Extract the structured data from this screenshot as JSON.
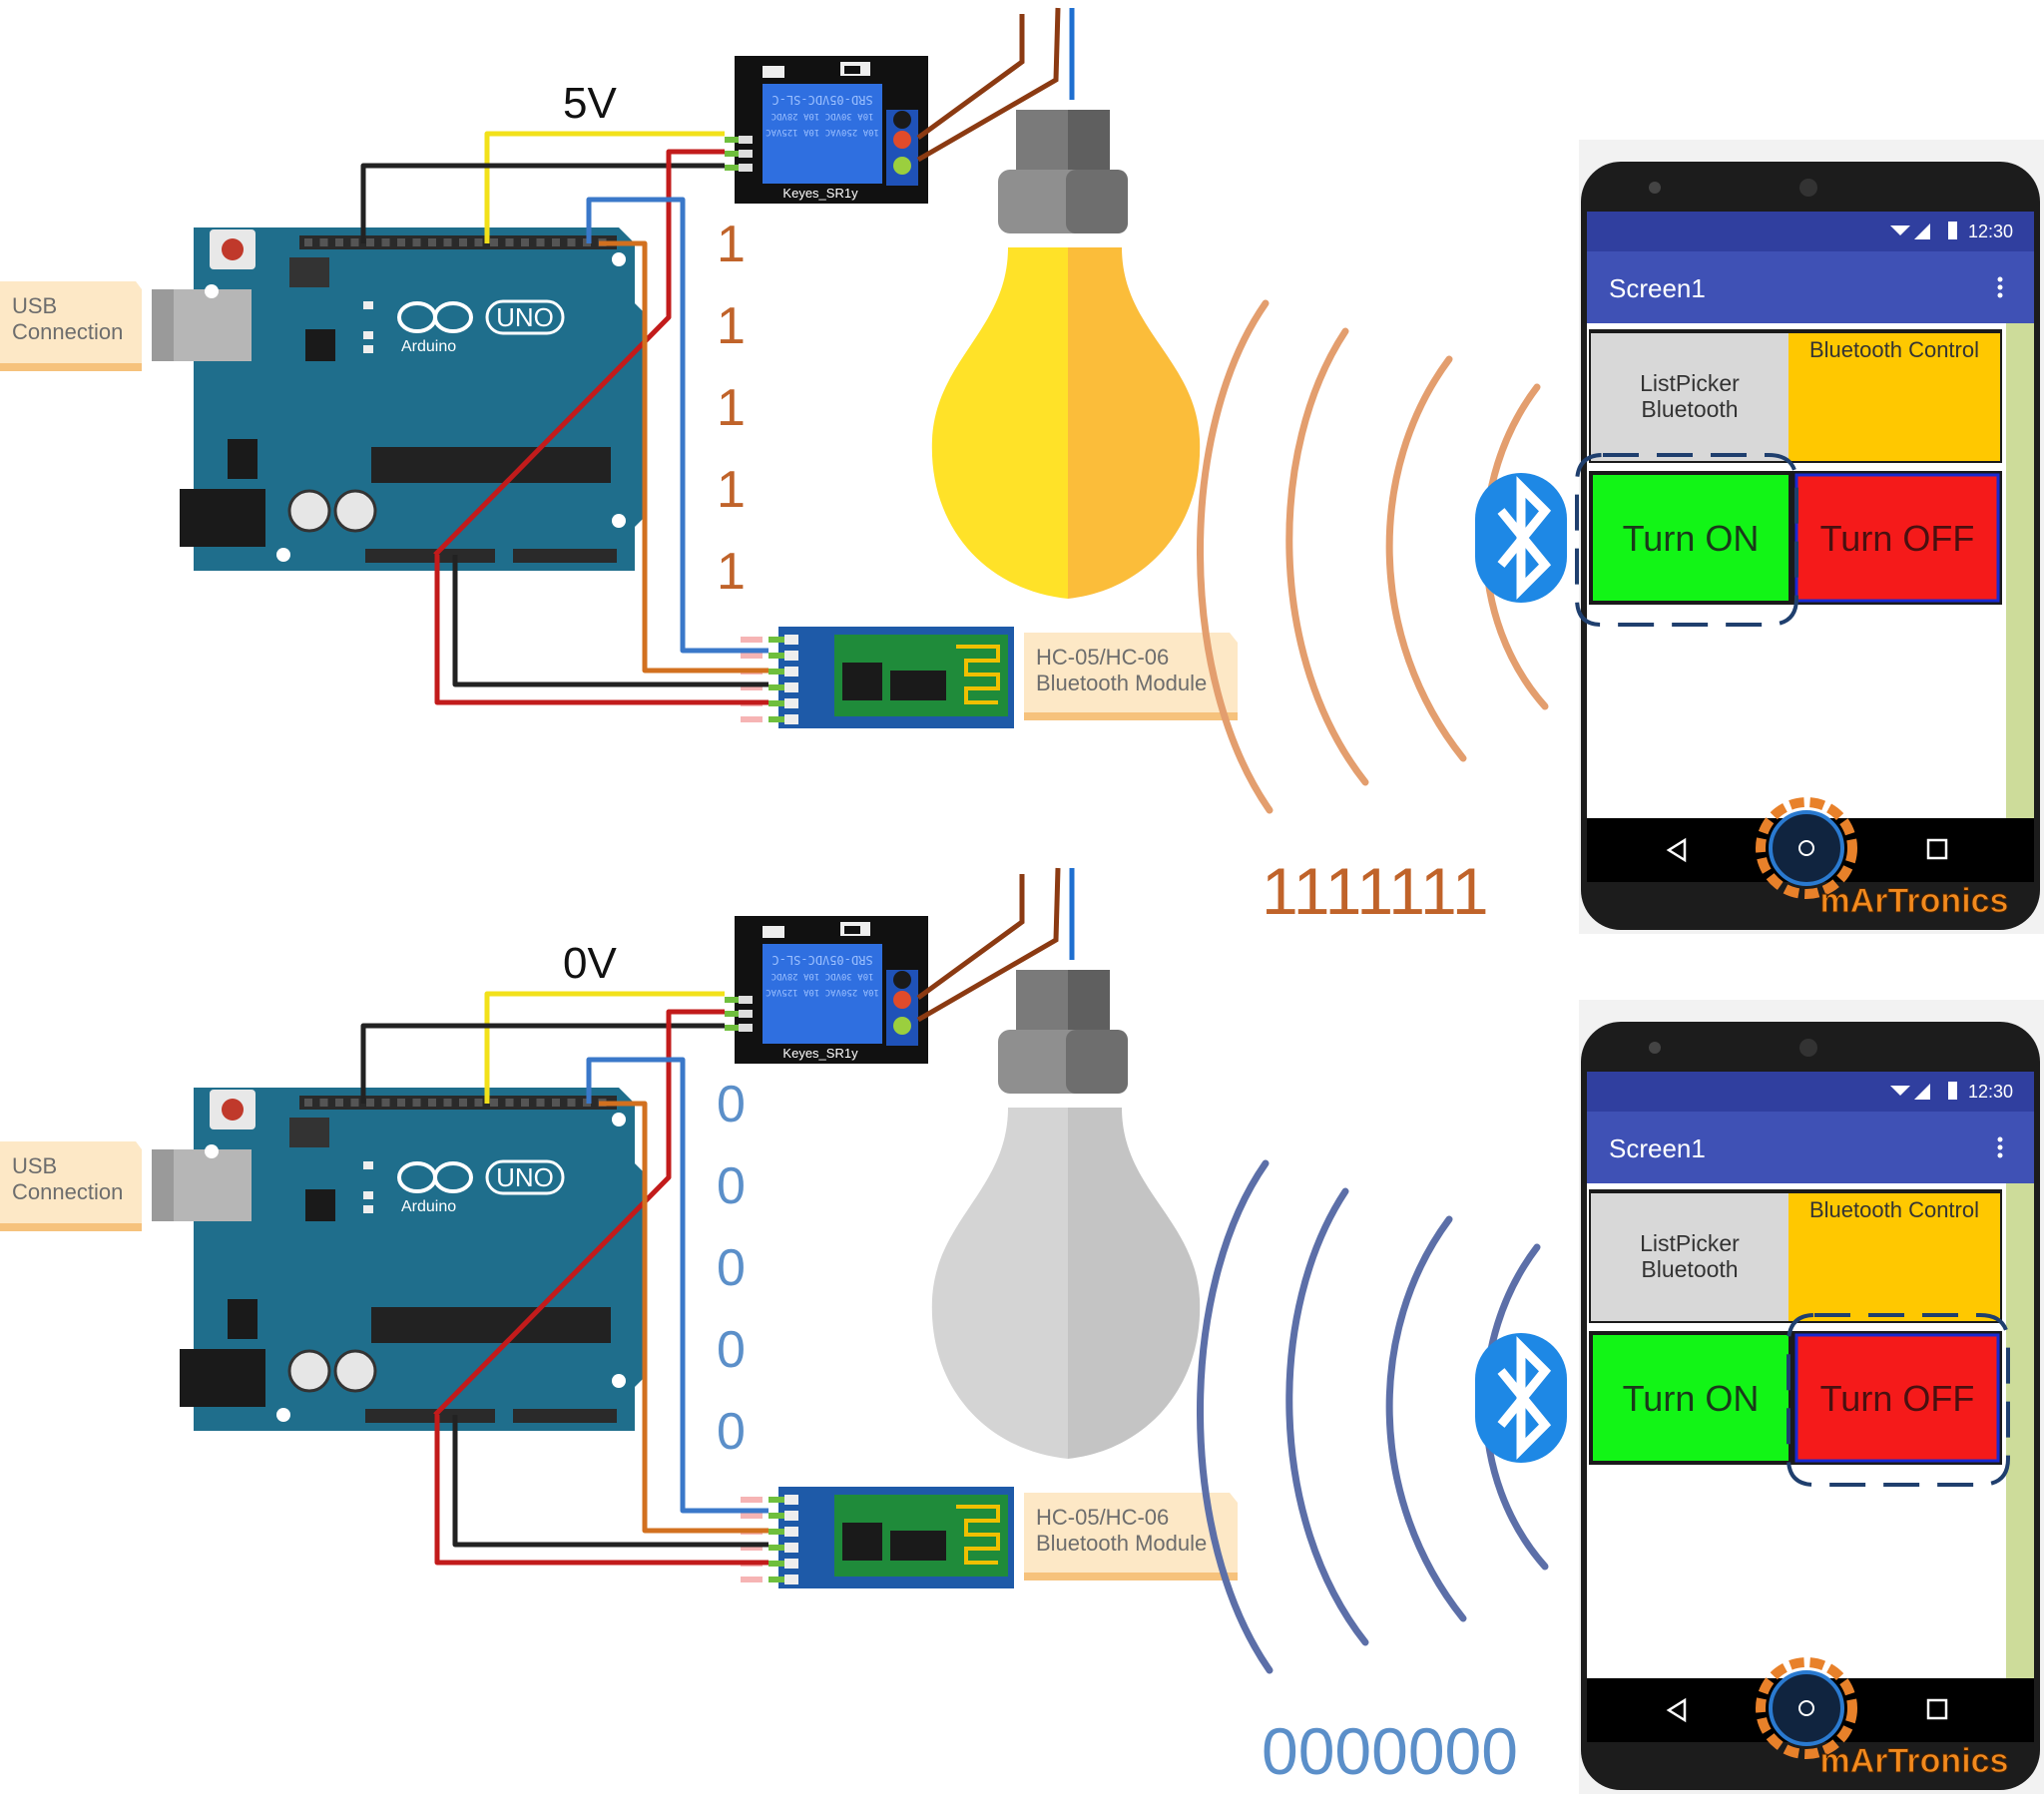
{
  "panels": [
    {
      "state": "on",
      "relay_voltage": "5V",
      "bits_column": [
        "1",
        "1",
        "1",
        "1",
        "1"
      ],
      "bits_row": "1111111",
      "bit_color": "#c0632a",
      "wave_color": "#e39e6e",
      "bulb_colors": [
        "#ffe228",
        "#fbbd3a"
      ],
      "usb_label": [
        "USB",
        "Connection"
      ],
      "bt_module_label": [
        "HC-05/HC-06",
        "Bluetooth Module"
      ],
      "relay_model": "SRD-05VDC-SL-C",
      "relay_ratings": [
        "10A 250VAC 10A 125VAC",
        "10A 30VDC 10A 28VDC"
      ],
      "relay_brand": "Keyes_SR1y",
      "arduino_brand": "Arduino",
      "arduino_model": "UNO",
      "phone": {
        "time": "12:30",
        "screen_title": "Screen1",
        "listpicker_label": [
          "ListPicker",
          "Bluetooth"
        ],
        "bt_control_label": "Bluetooth Control",
        "turn_on_label": "Turn ON",
        "turn_off_label": "Turn OFF",
        "highlighted": "on"
      },
      "logo": "mArTronics"
    },
    {
      "state": "off",
      "relay_voltage": "0V",
      "bits_column": [
        "0",
        "0",
        "0",
        "0",
        "0"
      ],
      "bits_row": "0000000",
      "bit_color": "#5b8fc9",
      "wave_color": "#5c6fa8",
      "bulb_colors": [
        "#d4d4d4",
        "#c4c4c4"
      ],
      "usb_label": [
        "USB",
        "Connection"
      ],
      "bt_module_label": [
        "HC-05/HC-06",
        "Bluetooth Module"
      ],
      "relay_model": "SRD-05VDC-SL-C",
      "relay_ratings": [
        "10A 250VAC 10A 125VAC",
        "10A 30VDC 10A 28VDC"
      ],
      "relay_brand": "Keyes_SR1y",
      "arduino_brand": "Arduino",
      "arduino_model": "UNO",
      "phone": {
        "time": "12:30",
        "screen_title": "Screen1",
        "listpicker_label": [
          "ListPicker",
          "Bluetooth"
        ],
        "bt_control_label": "Bluetooth Control",
        "turn_on_label": "Turn ON",
        "turn_off_label": "Turn OFF",
        "highlighted": "off"
      },
      "logo": "mArTronics"
    }
  ],
  "colors": {
    "board": "#1f6e8c",
    "wire_5v": "#f2e11a",
    "wire_gnd": "#222222",
    "wire_vcc": "#c21b1b",
    "wire_tx": "#3a78c9",
    "wire_rx": "#d2701f",
    "phone_bar": "#3f51b5",
    "turn_on_bg": "#12f516",
    "turn_off_bg": "#f51a1a",
    "bt_control_bg": "#ffc800",
    "listpicker_bg": "#d8d8d8",
    "bluetooth_badge": "#1e88e5"
  }
}
